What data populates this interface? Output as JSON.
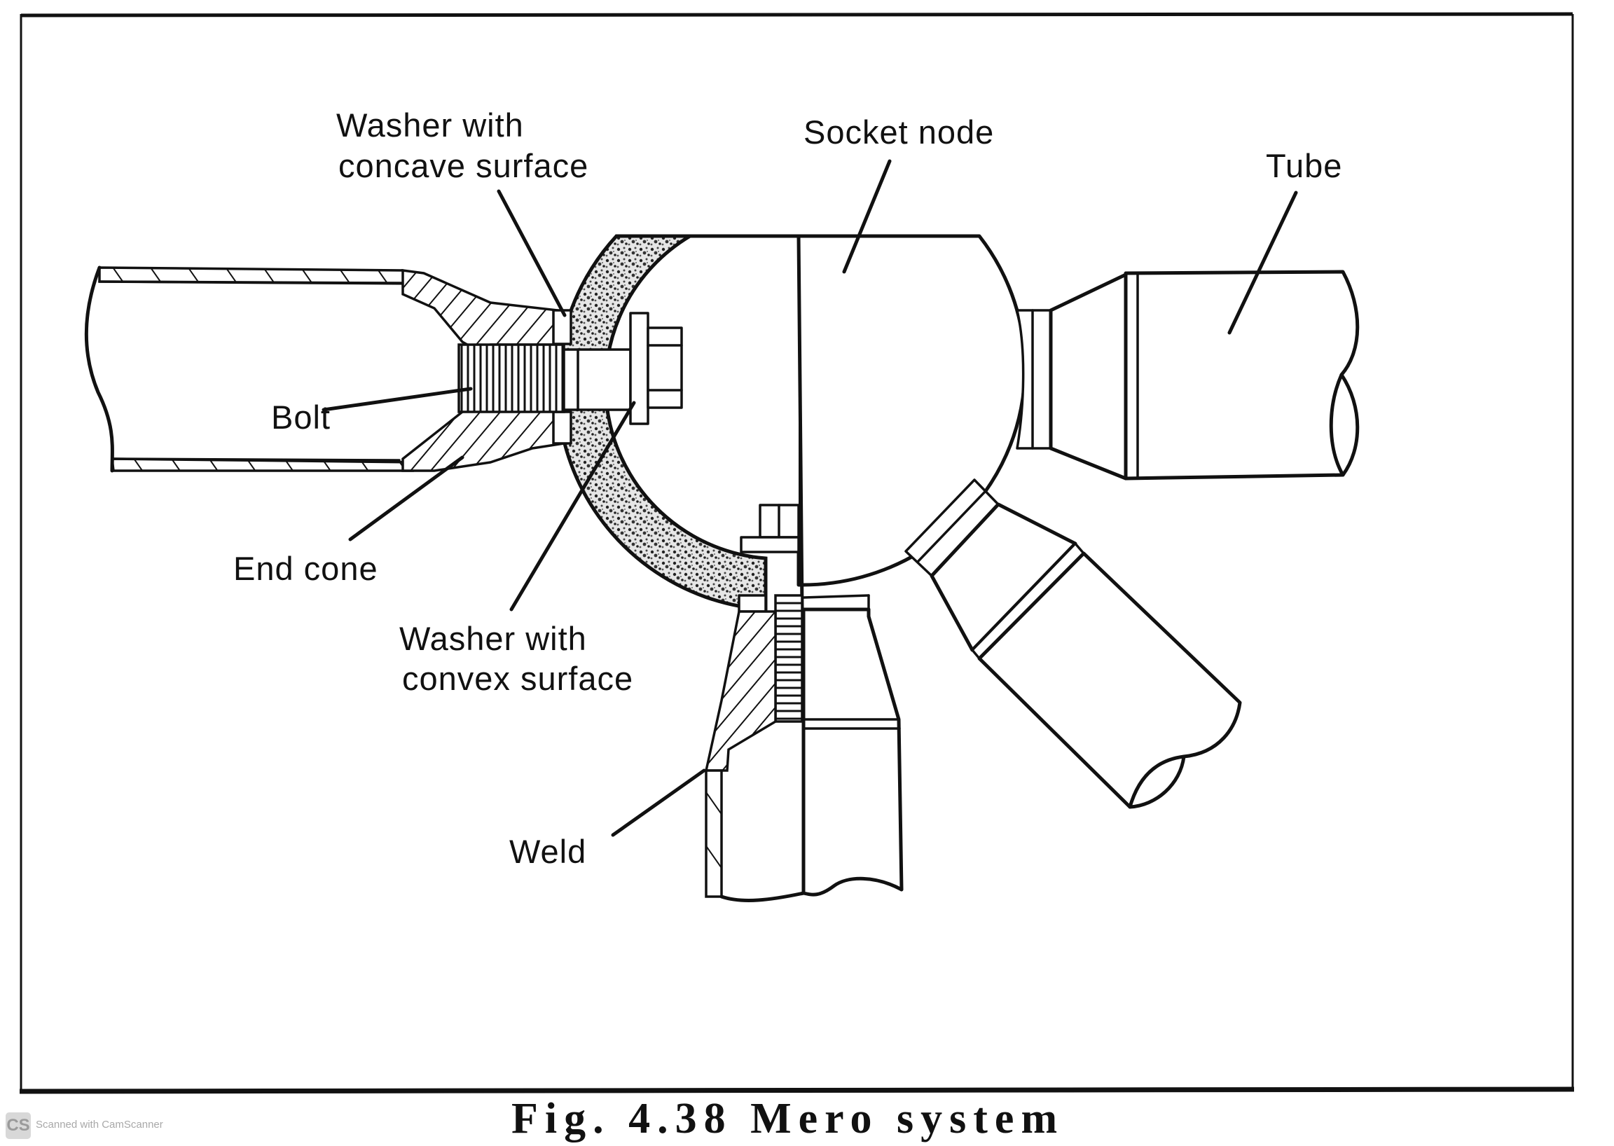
{
  "figure": {
    "caption": "Fig. 4.38  Mero system",
    "labels": {
      "washer_concave_line1": "Washer with",
      "washer_concave_line2": "concave surface",
      "socket_node": "Socket node",
      "tube": "Tube",
      "bolt": "Bolt",
      "end_cone": "End cone",
      "washer_convex_line1": "Washer with",
      "washer_convex_line2": "convex surface",
      "weld": "Weld"
    },
    "components": [
      "tube",
      "end-cone",
      "bolt",
      "washer-concave",
      "washer-convex",
      "socket-node",
      "weld",
      "nut"
    ]
  },
  "watermark": {
    "logo_text": "CS",
    "text": "Scanned with CamScanner"
  },
  "colors": {
    "ink": "#111111",
    "paper": "#ffffff",
    "watermark": "#a8a8a8"
  }
}
